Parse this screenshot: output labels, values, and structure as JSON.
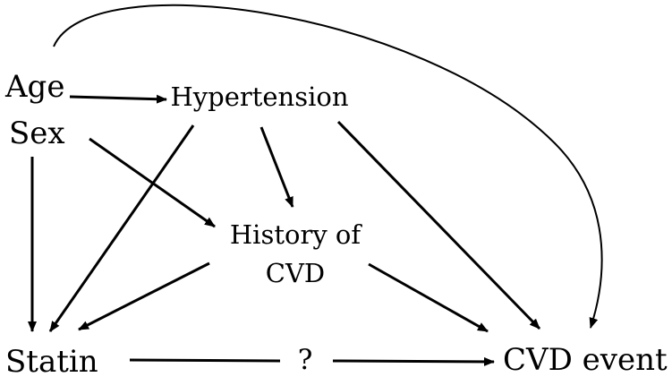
{
  "nodes": {
    "age": "Age",
    "sex": "Sex",
    "hypertension": "Hypertension",
    "history_line1": "History of",
    "history_line2": "CVD",
    "statin": "Statin",
    "cvd_event": "CVD event",
    "unknown_effect": "?"
  },
  "colors": {
    "ink": "#000000",
    "background": "#ffffff"
  }
}
